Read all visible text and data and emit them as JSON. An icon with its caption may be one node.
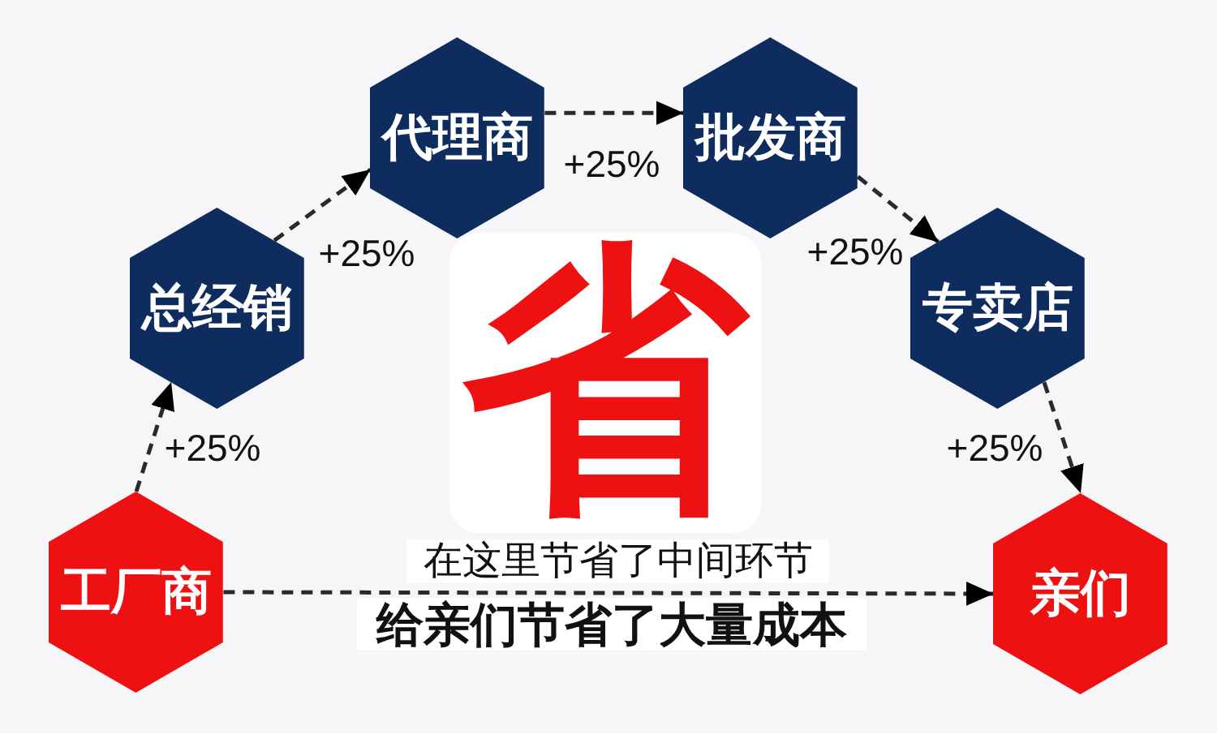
{
  "diagram": {
    "nodes": [
      {
        "text": [
          "工厂商"
        ]
      },
      {
        "text": [
          "总经销"
        ]
      },
      {
        "text": [
          "代理商"
        ]
      },
      {
        "text": [
          "批发商"
        ]
      },
      {
        "text": [
          "专卖店"
        ]
      },
      {
        "text": [
          "亲们"
        ]
      }
    ],
    "edges": [
      {
        "from": 0,
        "to": 1,
        "arrow": "to",
        "label": "+25%",
        "style": "dashed"
      },
      {
        "from": 1,
        "to": 2,
        "arrow": "to",
        "label": "+25%",
        "style": "dashed"
      },
      {
        "from": 2,
        "to": 3,
        "arrow": "to",
        "label": "+25%",
        "style": "dashed"
      },
      {
        "from": 3,
        "to": 4,
        "arrow": "to",
        "label": "+25%",
        "style": "dashed"
      },
      {
        "from": 4,
        "to": 5,
        "arrow": "to",
        "label": "+25%",
        "style": "dashed"
      },
      {
        "from": 0,
        "to": 5,
        "arrow": "to",
        "style": "dashed"
      }
    ],
    "labels": [
      "省",
      "在这里节省了中间环节",
      "给亲们节省了大量成本"
    ]
  }
}
